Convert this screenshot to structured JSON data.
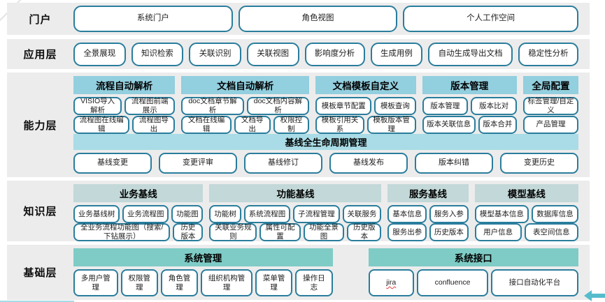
{
  "colors": {
    "band": "#ececec",
    "pill_border": "#2a7d9c",
    "capability_header": "#92cfdf",
    "baseline_bar": "#a9dce6",
    "knowledge_header": "#c3d8d8",
    "foundation_header": "#7fccc6",
    "arrow": "#56bccb"
  },
  "diagram": {
    "layers": [
      {
        "key": "portal",
        "label": "门户",
        "button_rows": [
          [
            "系统门户",
            "角色视图",
            "个人工作空间"
          ]
        ]
      },
      {
        "key": "application",
        "label": "应用层",
        "button_rows": [
          [
            "全景展现",
            "知识检索",
            "关联识别",
            "关联视图",
            "影响度分析",
            "生成用例",
            "自动生成导出文档",
            "稳定性分析"
          ]
        ]
      },
      {
        "key": "capability",
        "label": "能力层",
        "groups": [
          {
            "header": "流程自动解析",
            "rows": [
              [
                "VISIO导入解析",
                "流程图前端展示"
              ],
              [
                "流程图在线编辑",
                "流程图导出"
              ]
            ]
          },
          {
            "header": "文档自动解析",
            "rows": [
              [
                "doc文档章节解析",
                "doc文档内容解析"
              ],
              [
                "文档在线编辑",
                "文档导出",
                "权限控制"
              ]
            ]
          },
          {
            "header": "文档模板自定义",
            "rows": [
              [
                "模板章节配置",
                "模板查询"
              ],
              [
                "模板引用关系",
                "模板版本管理"
              ]
            ]
          },
          {
            "header": "版本管理",
            "rows": [
              [
                "版本管理",
                "版本比对"
              ],
              [
                "版本关联信息",
                "版本合并"
              ]
            ]
          },
          {
            "header": "全局配置",
            "rows": [
              [
                "标签管理/自定义"
              ],
              [
                "产品管理"
              ]
            ]
          }
        ],
        "baseline": {
          "header": "基线全生命周期管理",
          "items": [
            "基线变更",
            "变更评审",
            "基线修订",
            "基线发布",
            "版本纠错",
            "变更历史"
          ]
        }
      },
      {
        "key": "knowledge",
        "label": "知识层",
        "groups": [
          {
            "header": "业务基线",
            "rows": [
              [
                "业务基线树",
                "业务流程图",
                "功能图"
              ],
              [
                "全业务流程功能图（搜索/下钻展示）",
                "历史版本"
              ]
            ]
          },
          {
            "header": "功能基线",
            "rows": [
              [
                "功能树",
                "系统流程图",
                "子流程管理",
                "关联服务"
              ],
              [
                "关联业务规则",
                "属性可配置",
                "功能全景图",
                "历史版本"
              ]
            ]
          },
          {
            "header": "服务基线",
            "rows": [
              [
                "基本信息",
                "服务入参"
              ],
              [
                "服务出参",
                "历史版本"
              ]
            ]
          },
          {
            "header": "模型基线",
            "rows": [
              [
                "模型基本信息",
                "数据库信息"
              ],
              [
                "用户信息",
                "表空间信息"
              ]
            ]
          }
        ]
      },
      {
        "key": "foundation",
        "label": "基础层",
        "groups": [
          {
            "header": "系统管理",
            "rows": [
              [
                "多用户管理",
                "权限管理",
                "角色管理",
                "组织机构管理",
                "菜单管理",
                "操作日志"
              ]
            ]
          },
          {
            "header": "系统接口",
            "rows": [
              [
                {
                  "label": "jira",
                  "spellcheck": true
                },
                "confluence",
                "接口自动化平台"
              ]
            ]
          }
        ]
      }
    ]
  }
}
